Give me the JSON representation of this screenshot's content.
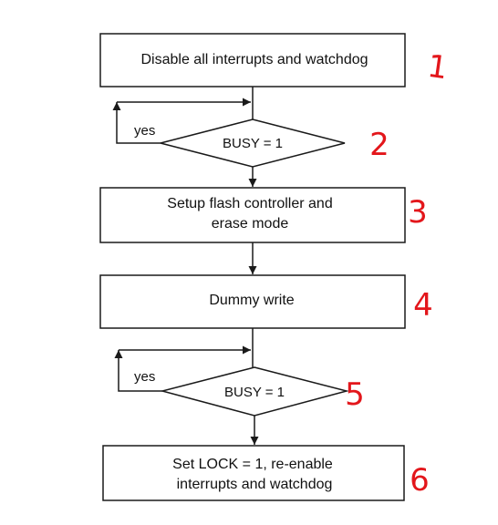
{
  "steps": [
    {
      "lines": [
        "Disable all interrupts and watchdog"
      ]
    },
    {
      "lines": [
        "Setup flash controller and",
        "erase mode"
      ]
    },
    {
      "lines": [
        "Dummy write"
      ]
    },
    {
      "lines": [
        "Set LOCK = 1, re-enable",
        "interrupts and watchdog"
      ]
    }
  ],
  "decisions": [
    {
      "label": "BUSY = 1",
      "loop_label": "yes"
    },
    {
      "label": "BUSY = 1",
      "loop_label": "yes"
    }
  ],
  "annotations": [
    "1",
    "2",
    "3",
    "4",
    "5",
    "6"
  ],
  "colors": {
    "stroke": "#1a1a1a",
    "text": "#111111",
    "annotation": "#e3161b"
  }
}
